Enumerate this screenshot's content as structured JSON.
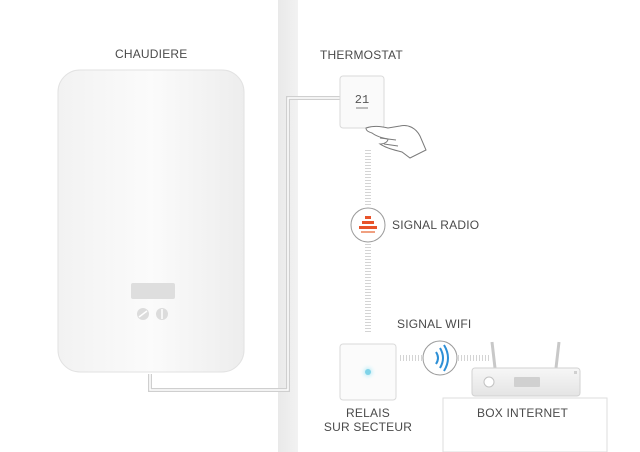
{
  "labels": {
    "boiler": "CHAUDIERE",
    "thermostat": "THERMOSTAT",
    "radio": "SIGNAL RADIO",
    "wifi": "SIGNAL WIFI",
    "relay_line1": "RELAIS",
    "relay_line2": "SUR SECTEUR",
    "box": "BOX INTERNET"
  },
  "thermostat_display": "21",
  "colors": {
    "radio_icon": "#e8532a",
    "wifi_icon": "#2d8fd6",
    "relay_light": "#7fd3e8"
  },
  "icons": {
    "radio": "radio-waves-icon",
    "wifi": "wifi-waves-icon",
    "hand": "hand-pointer-icon"
  }
}
